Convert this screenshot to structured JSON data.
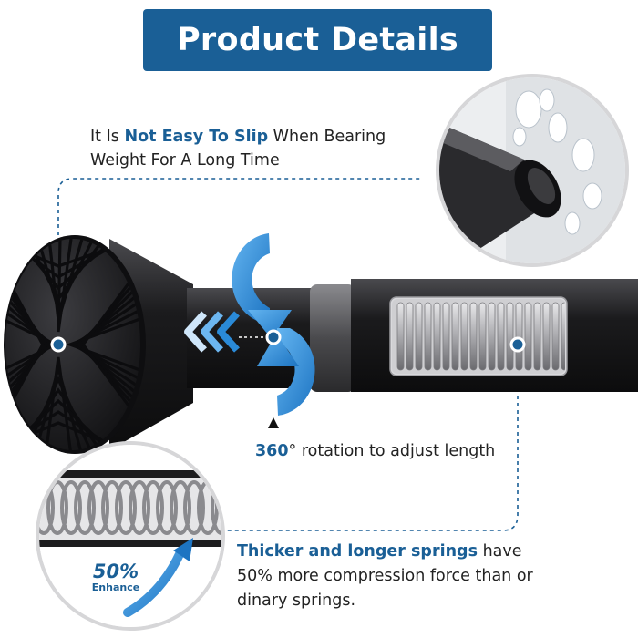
{
  "banner": {
    "title": "Product Details"
  },
  "grip_callout": {
    "prefix": "It Is ",
    "highlight": "Not Easy To Slip",
    "suffix": " When Bearing Weight For A Long Time"
  },
  "rotation_callout": {
    "highlight": "360",
    "suffix": "° rotation to adjust length"
  },
  "spring_callout": {
    "highlight": "Thicker and longer springs",
    "suffix": " have 50% more compression force than or dinary springs."
  },
  "enhance_badge": {
    "percent": "50%",
    "label": "Enhance"
  },
  "colors": {
    "brand": "#1a5f96",
    "arrow": "#2a8ad8",
    "rod": "#1b1b1d",
    "dash": "#1a5f96"
  },
  "icons": [
    "curved-rotation-arrow-icon",
    "chevron-left-icon",
    "curved-up-arrow-icon",
    "triangle-up-icon"
  ]
}
